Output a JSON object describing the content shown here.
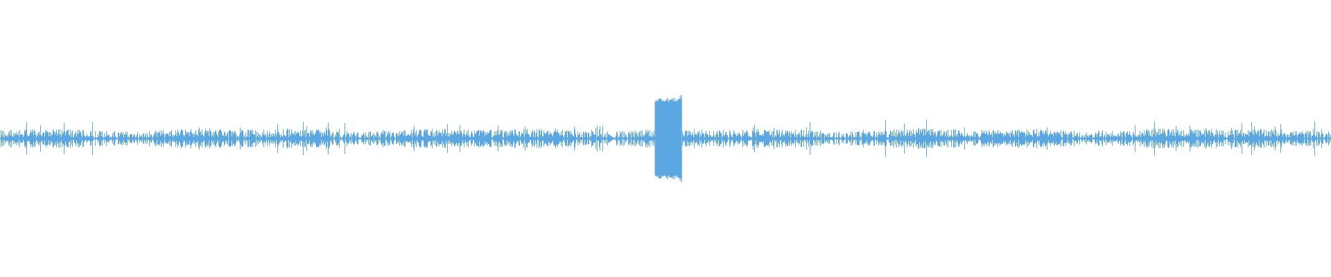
{
  "waveform": {
    "color": "#5aa7e2",
    "background": "#ffffff",
    "center_line": true,
    "amplitude_profile": {
      "baseline_level": 0.045,
      "baseline_variation": 0.03,
      "loud_segment_start_fraction": 0.492,
      "loud_segment_end_fraction": 0.512,
      "loud_segment_level": 0.29
    }
  }
}
